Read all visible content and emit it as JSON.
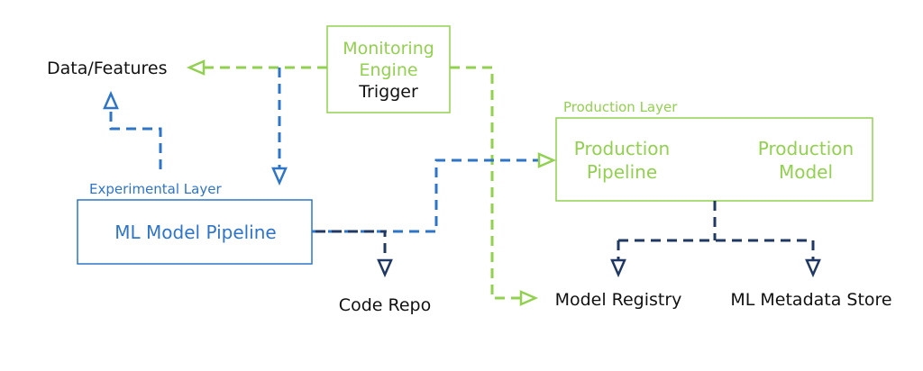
{
  "colors": {
    "green": "#92D050",
    "blue": "#2E75C8",
    "navy": "#1F3864",
    "black": "#111111",
    "background": "#FFFFFF"
  },
  "nodes": {
    "data_features": "Data/Features",
    "monitoring_engine_line1": "Monitoring",
    "monitoring_engine_line2": "Engine",
    "monitoring_trigger": "Trigger",
    "production_layer_title": "Production Layer",
    "production_pipeline_line1": "Production",
    "production_pipeline_line2": "Pipeline",
    "production_model_line1": "Production",
    "production_model_line2": "Model",
    "experimental_layer_title": "Experimental Layer",
    "ml_model_pipeline": "ML Model Pipeline",
    "code_repo": "Code Repo",
    "model_registry": "Model Registry",
    "ml_metadata_store": "ML Metadata Store"
  },
  "edges": [
    {
      "from": "Monitoring Engine",
      "to": "Data/Features",
      "style": "dashed",
      "color": "green"
    },
    {
      "from": "Monitoring Engine",
      "to": "Model Registry",
      "style": "dashed",
      "color": "green"
    },
    {
      "from": "Monitoring Engine",
      "to": "Experimental Layer",
      "style": "dashed",
      "color": "blue"
    },
    {
      "from": "ML Model Pipeline",
      "to": "Data/Features",
      "style": "dashed",
      "color": "blue"
    },
    {
      "from": "ML Model Pipeline",
      "to": "Production Pipeline",
      "style": "dashed",
      "color": "blue"
    },
    {
      "from": "ML Model Pipeline",
      "to": "Code Repo",
      "style": "dashed",
      "color": "navy"
    },
    {
      "from": "Production Layer",
      "to": "Model Registry",
      "style": "dashed",
      "color": "navy"
    },
    {
      "from": "Production Layer",
      "to": "ML Metadata Store",
      "style": "dashed",
      "color": "navy"
    }
  ]
}
